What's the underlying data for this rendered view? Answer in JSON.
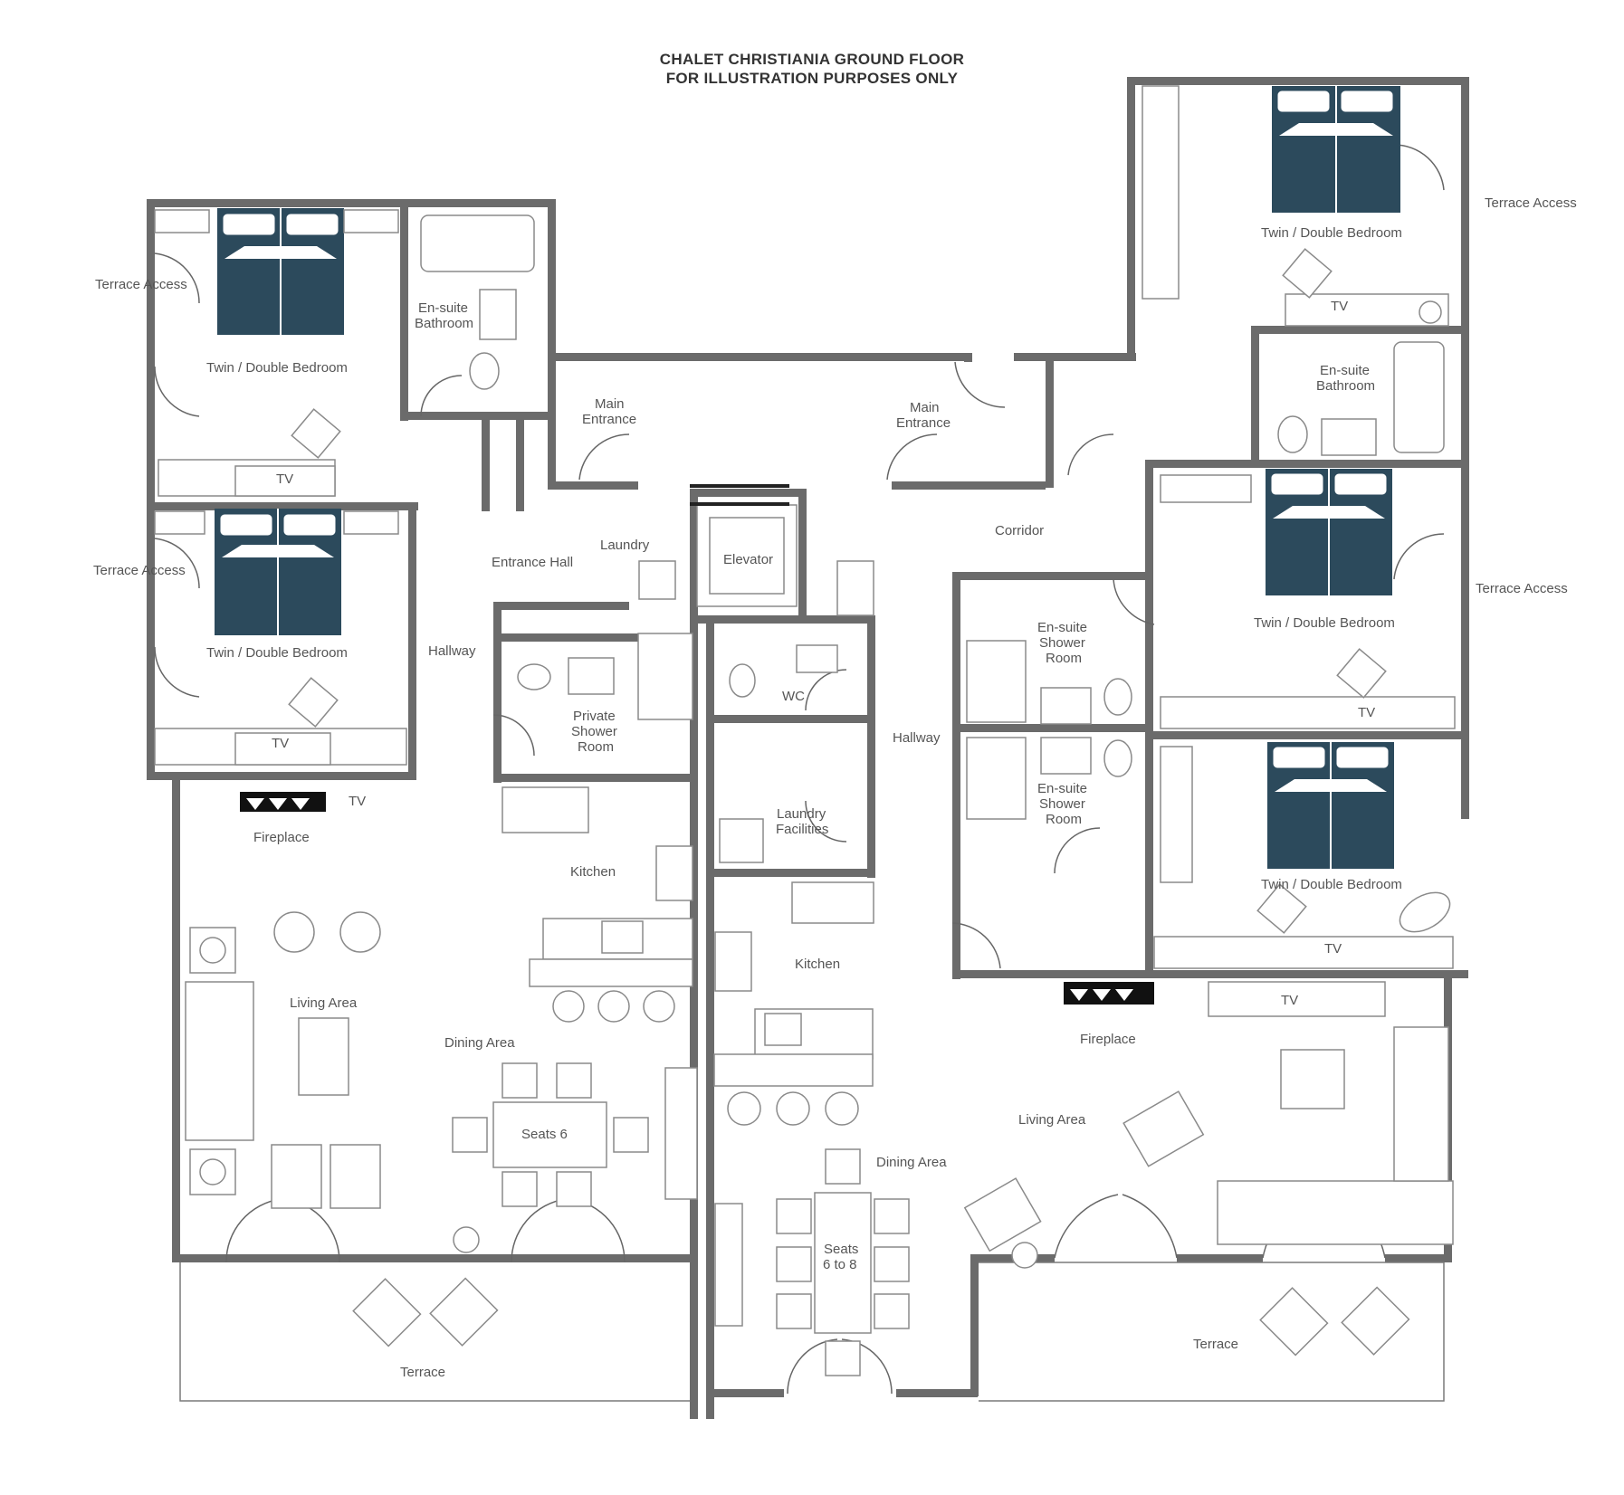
{
  "header": {
    "title_line1": "CHALET CHRISTIANIA GROUND FLOOR",
    "title_line2": "FOR ILLUSTRATION PURPOSES ONLY"
  },
  "labels": {
    "terrace_access": "Terrace Access",
    "twin_double_bedroom": "Twin / Double Bedroom",
    "tv": "TV",
    "ensuite_bathroom_l1": "En-suite",
    "ensuite_bathroom_l2": "Bathroom",
    "main_entrance_l1": "Main",
    "main_entrance_l2": "Entrance",
    "entrance_hall": "Entrance Hall",
    "laundry": "Laundry",
    "elevator": "Elevator",
    "corridor": "Corridor",
    "hallway": "Hallway",
    "private_shower_l1": "Private",
    "private_shower_l2": "Shower",
    "private_shower_l3": "Room",
    "wc": "WC",
    "ensuite_shower_l1": "En-suite",
    "ensuite_shower_l2": "Shower",
    "ensuite_shower_l3": "Room",
    "laundry_facilities_l1": "Laundry",
    "laundry_facilities_l2": "Facilities",
    "fireplace": "Fireplace",
    "kitchen": "Kitchen",
    "living_area": "Living Area",
    "dining_area": "Dining Area",
    "seats_6": "Seats 6",
    "seats_6_to_8_l1": "Seats",
    "seats_6_to_8_l2": "6 to 8",
    "terrace": "Terrace"
  },
  "colors": {
    "wall": "#6b6b6b",
    "bed": "#2c4a5c",
    "fireplace": "#111111",
    "text": "#555555"
  }
}
